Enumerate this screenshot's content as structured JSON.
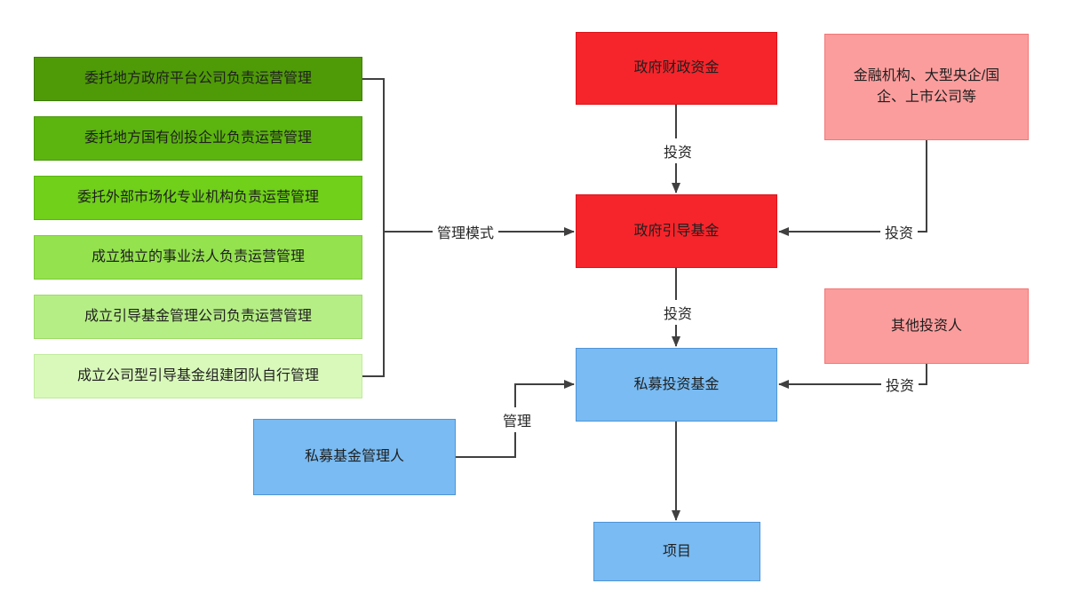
{
  "diagram": {
    "management_modes": [
      {
        "label": "委托地方政府平台公司负责运营管理",
        "bg": "#4f9b07",
        "border": "#3f7d06"
      },
      {
        "label": "委托地方国有创投企业负责运营管理",
        "bg": "#5cb40f",
        "border": "#4a9a0b"
      },
      {
        "label": "委托外部市场化专业机构负责运营管理",
        "bg": "#70d01a",
        "border": "#5cb513"
      },
      {
        "label": "成立独立的事业法人负责运营管理",
        "bg": "#93e24e",
        "border": "#7ccc38"
      },
      {
        "label": "成立引导基金管理公司负责运营管理",
        "bg": "#b6ee86",
        "border": "#9cdc66"
      },
      {
        "label": "成立公司型引导基金组建团队自行管理",
        "bg": "#d9f9ba",
        "border": "#bfeb9a"
      }
    ],
    "nodes": {
      "gov_fiscal_funds": {
        "label": "政府财政资金",
        "bg": "#f5252b",
        "border": "#de1218"
      },
      "gov_guidance_fund": {
        "label": "政府引导基金",
        "bg": "#f5252b",
        "border": "#de1218"
      },
      "financial_institutions": {
        "label": "金融机构、大型央企/国企、上市公司等",
        "bg": "#fc9d9d",
        "border": "#f47676"
      },
      "other_investors": {
        "label": "其他投资人",
        "bg": "#fc9d9d",
        "border": "#f47676"
      },
      "private_equity_fund": {
        "label": "私募投资基金",
        "bg": "#79bbf2",
        "border": "#4f94d6"
      },
      "private_fund_manager": {
        "label": "私募基金管理人",
        "bg": "#79bbf2",
        "border": "#4f94d6"
      },
      "project": {
        "label": "项目",
        "bg": "#79bbf2",
        "border": "#4f94d6"
      }
    },
    "edge_labels": {
      "management_mode": "管理模式",
      "invest_fiscal_to_guidance": "投资",
      "invest_institutions_to_guidance": "投资",
      "invest_guidance_to_pe": "投资",
      "invest_others_to_pe": "投资",
      "manage_pe": "管理"
    },
    "line_color": "#404040"
  }
}
